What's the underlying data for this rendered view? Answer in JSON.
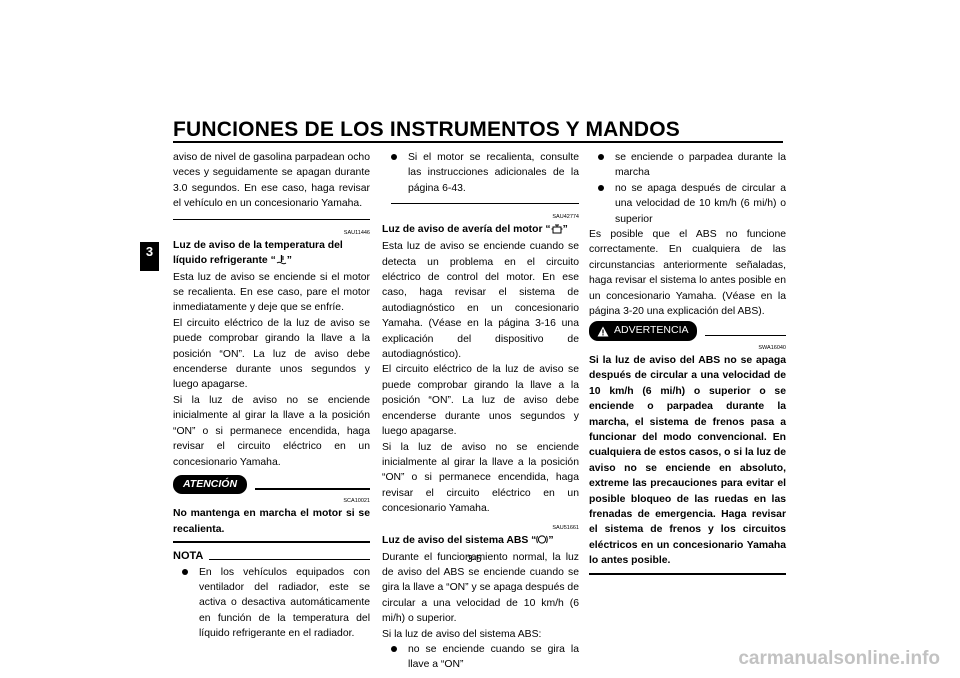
{
  "header": {
    "title": "FUNCIONES DE LOS INSTRUMENTOS Y MANDOS"
  },
  "side_tab": {
    "label": "3"
  },
  "col1": {
    "intro": "aviso de nivel de gasolina parpadean ocho veces y seguidamente se apagan durante 3.0 segundos. En ese caso, haga revisar el vehículo en un concesionario Yamaha.",
    "code1": "SAU11446",
    "head1": "Luz de aviso de la temperatura del líquido refrigerante “",
    "head1_end": "”",
    "p1": "Esta luz de aviso se enciende si el motor se recalienta. En ese caso, pare el motor inmediatamente y deje que se enfríe.",
    "p2": "El circuito eléctrico de la luz de aviso se puede comprobar girando la llave a la posición “ON”. La luz de aviso debe encenderse durante unos segundos y luego apagarse.",
    "p3": "Si la luz de aviso no se enciende inicialmente al girar la llave a la posición “ON” o si permanece encendida, haga revisar el circuito eléctrico en un concesionario Yamaha.",
    "caution_label": "ATENCIÓN",
    "caution_code": "SCA10021",
    "caution_text": "No mantenga en marcha el motor si se recalienta.",
    "nota_label": "NOTA",
    "nota_bullet": "En los vehículos equipados con ventilador del radiador, este se activa o desactiva automáticamente en función de la temperatura del líquido refrigerante en el radiador."
  },
  "col2": {
    "bullet_top": "Si el motor se recalienta, consulte las instrucciones adicionales de la página 6-43.",
    "code1": "SAU42774",
    "head1": "Luz de aviso de avería del motor “",
    "head1_end": "”",
    "p1": "Esta luz de aviso se enciende cuando se detecta un problema en el circuito eléctrico de control del motor. En ese caso, haga revisar el sistema de autodiagnóstico en un concesionario Yamaha. (Véase en la página 3-16 una explicación del dispositivo de autodiagnóstico).",
    "p2": "El circuito eléctrico de la luz de aviso se puede comprobar girando la llave a la posición “ON”. La luz de aviso debe encenderse durante unos segundos y luego apagarse.",
    "p3": "Si la luz de aviso no se enciende inicialmente al girar la llave a la posición “ON” o si permanece encendida, haga revisar el circuito eléctrico en un concesionario Yamaha.",
    "code2": "SAU51661",
    "head2": "Luz de aviso del sistema ABS “",
    "head2_end": "”",
    "p4": "Durante el funcionamiento normal, la luz de aviso del ABS se enciende cuando se gira la llave a “ON” y se apaga después de circular a una velocidad de 10 km/h (6 mi/h) o superior.",
    "p5": "Si la luz de aviso del sistema ABS:",
    "bullet1": "no se enciende cuando se gira la llave a “ON”"
  },
  "col3": {
    "bullet1": "se enciende o parpadea durante la marcha",
    "bullet2": "no se apaga después de circular a una velocidad de 10 km/h (6 mi/h) o superior",
    "p1": "Es posible que el ABS no funcione correctamente. En cualquiera de las circunstancias anteriormente señaladas, haga revisar el sistema lo antes posible en un concesionario Yamaha. (Véase en la página 3-20 una explicación del ABS).",
    "warning_label": "ADVERTENCIA",
    "warning_code": "SWA16040",
    "warning_text": "Si la luz de aviso del ABS no se apaga después de circular a una velocidad de 10 km/h (6 mi/h) o superior o se enciende o parpadea durante la marcha, el sistema de frenos pasa a funcionar del modo convencional. En cualquiera de estos casos, o si la luz de aviso no se enciende en absoluto, extreme las precauciones para evitar el posible bloqueo de las ruedas en las frenadas de emergencia. Haga revisar el sistema de frenos y los circuitos eléctricos en un concesionario Yamaha lo antes posible."
  },
  "footer": {
    "page": "3-5"
  },
  "watermark": "carmanualsonline.info",
  "icons": [
    "coolant-temperature-icon",
    "engine-trouble-icon",
    "abs-icon",
    "warning-triangle-icon"
  ]
}
